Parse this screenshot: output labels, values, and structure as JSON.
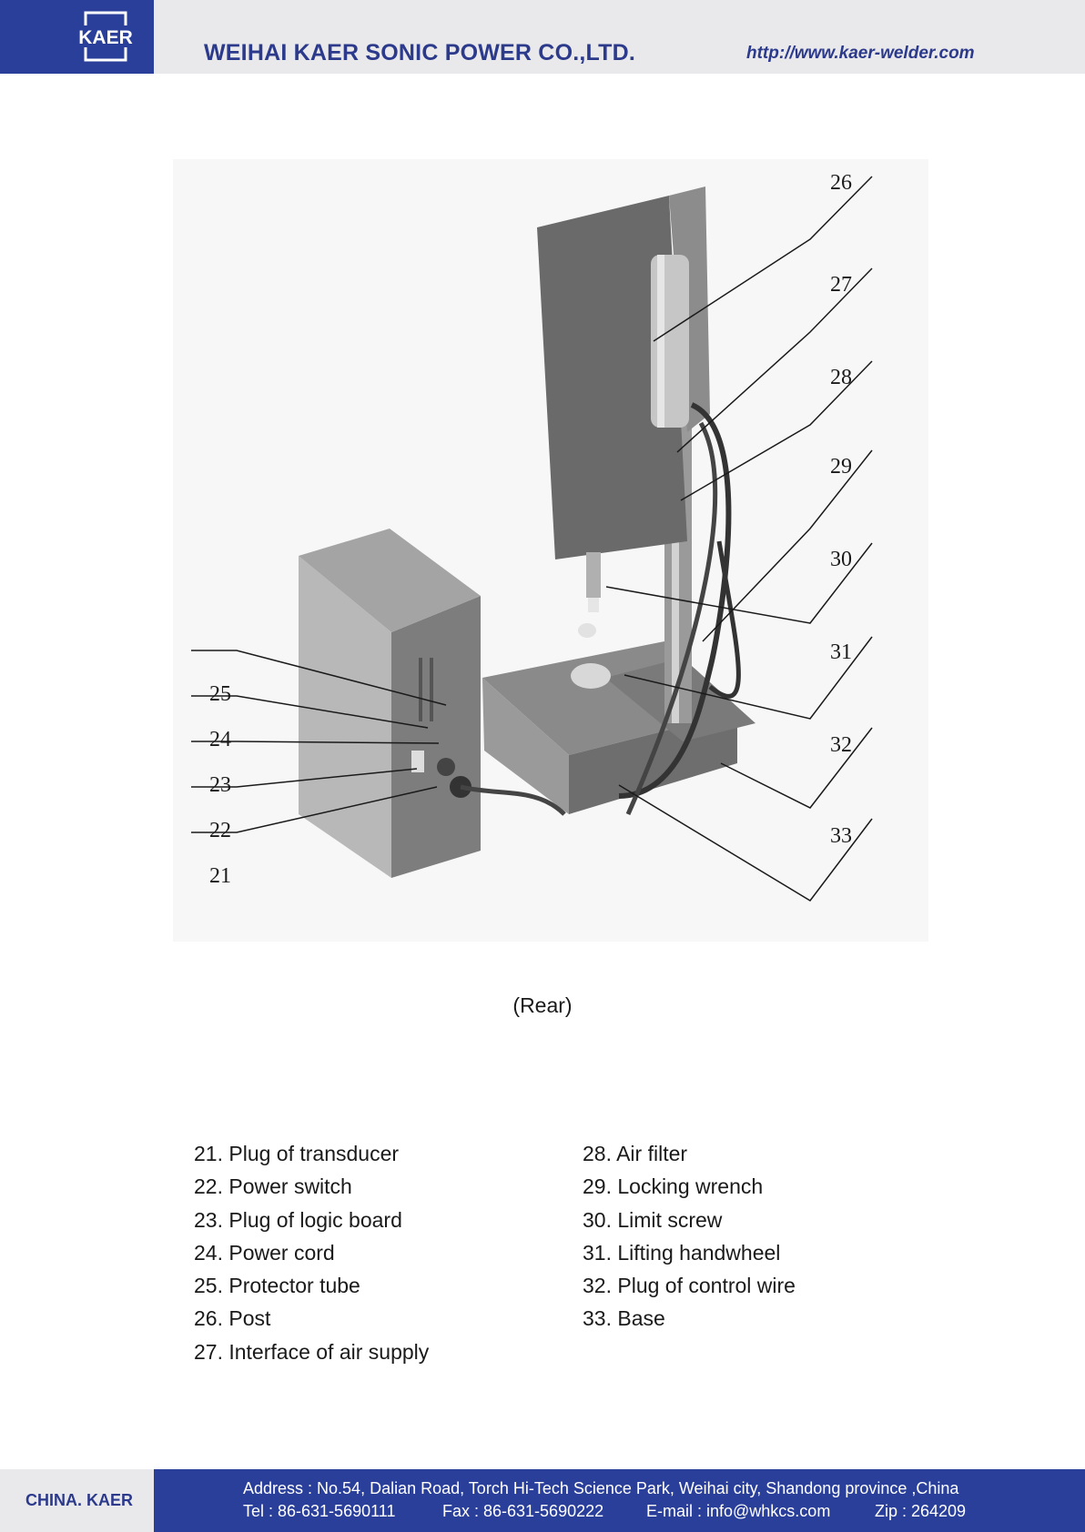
{
  "header": {
    "logo_text": "KAER",
    "company_name": "WEIHAI KAER SONIC POWER CO.,LTD.",
    "website": "http://www.kaer-welder.com"
  },
  "figure": {
    "callouts": [
      "21",
      "22",
      "23",
      "24",
      "25",
      "26",
      "27",
      "28",
      "29",
      "30",
      "31",
      "32",
      "33"
    ],
    "caption": "(Rear)"
  },
  "parts": {
    "left": [
      "21. Plug of transducer",
      "22. Power switch",
      "23. Plug of logic board",
      "24. Power cord",
      "25. Protector tube",
      "26. Post",
      "27. Interface of air supply"
    ],
    "right": [
      "28. Air filter",
      "29. Locking wrench",
      "30. Limit screw",
      "31. Lifting handwheel",
      "32. Plug of control wire",
      "33. Base"
    ]
  },
  "footer": {
    "brand": "CHINA. KAER",
    "address": "Address : No.54, Dalian Road, Torch Hi-Tech Science Park, Weihai city, Shandong province ,China",
    "tel": "Tel : 86-631-5690111",
    "fax": "Fax : 86-631-5690222",
    "email": "E-mail : info@whkcs.com",
    "zip": "Zip : 264209"
  }
}
